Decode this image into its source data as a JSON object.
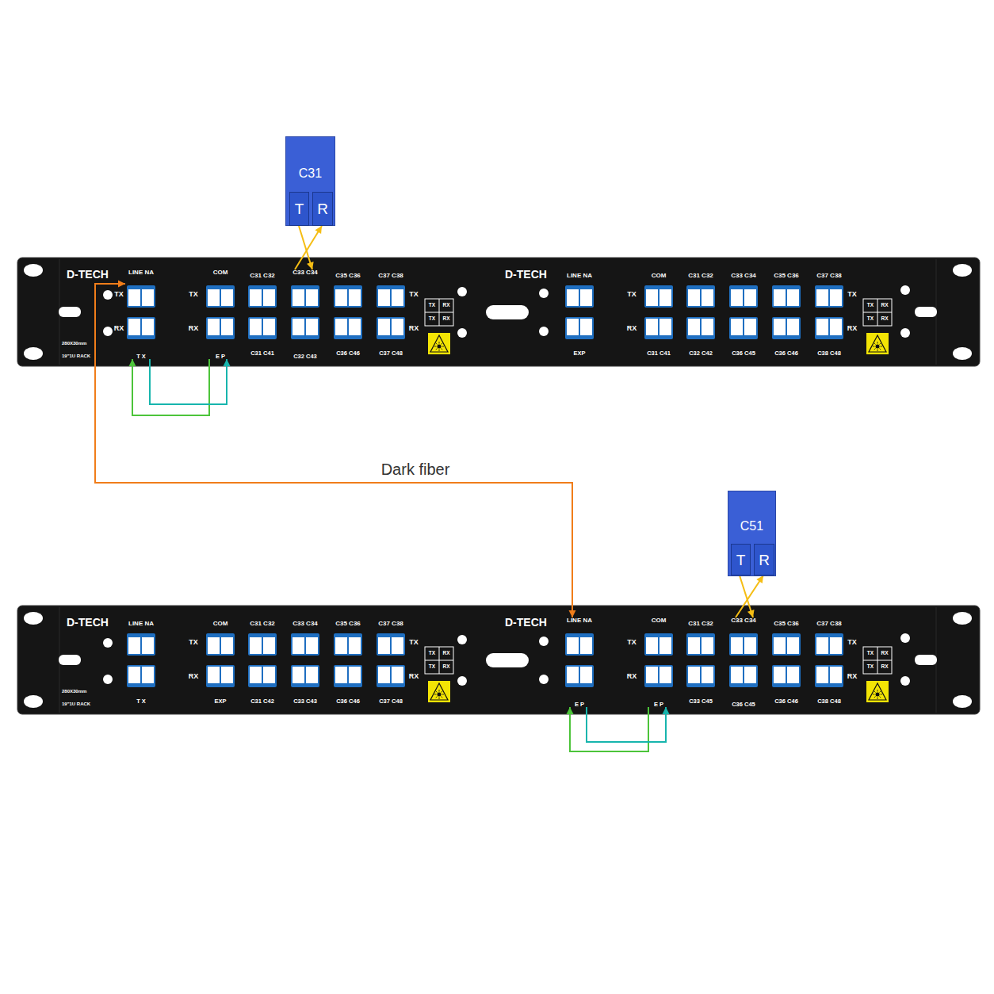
{
  "diagram": {
    "nodes": [
      {
        "text": [
          "C31"
        ]
      },
      {
        "text": [
          "T"
        ],
        "in": 0
      },
      {
        "text": [
          "R"
        ],
        "in": 0
      },
      {
        "text": [
          "D-TECH"
        ]
      },
      {
        "text": [
          "LINE NA",
          "T X"
        ],
        "in": 3
      },
      {
        "text": [
          "COM",
          "E P"
        ],
        "in": 3
      },
      {
        "text": [
          "C33 C34",
          "C32 C43"
        ],
        "in": 3
      },
      {
        "text": [
          "D-TECH"
        ]
      },
      {
        "text": [
          "C51"
        ]
      },
      {
        "text": [
          "T"
        ],
        "in": 8
      },
      {
        "text": [
          "R"
        ],
        "in": 8
      },
      {
        "text": [
          "D-TECH"
        ]
      },
      {
        "text": [
          "D-TECH"
        ]
      },
      {
        "text": [
          "LINE NA",
          "E P"
        ],
        "in": 12
      },
      {
        "text": [
          "COM",
          "E P"
        ],
        "in": 12
      },
      {
        "text": [
          "C33 C34",
          "C36 C45"
        ],
        "in": 12
      }
    ],
    "edges": [
      {
        "from": 1,
        "to": 6,
        "arrow": "to"
      },
      {
        "from": 6,
        "to": 2,
        "arrow": "to"
      },
      {
        "from": 4,
        "to": 13,
        "label": "Dark fiber",
        "arrow": "both"
      },
      {
        "from": 5,
        "to": 4,
        "arrow": "to"
      },
      {
        "from": 4,
        "to": 5,
        "arrow": "to"
      },
      {
        "from": 9,
        "to": 15,
        "arrow": "to"
      },
      {
        "from": 15,
        "to": 10,
        "arrow": "to"
      },
      {
        "from": 14,
        "to": 13,
        "arrow": "to"
      },
      {
        "from": 13,
        "to": 14,
        "arrow": "to"
      }
    ],
    "labels": [
      "TX",
      "RX",
      "TX",
      "RX",
      "C31 C32",
      "C35 C36",
      "C37 C38",
      "C31 C41",
      "C36 C46",
      "C37 C48",
      "TX",
      "RX",
      "TX",
      "RX",
      "TX",
      "RX",
      "280X30mm",
      "19\"1U RACK",
      "LINE NA",
      "COM",
      "C31 C32",
      "C33 C34",
      "C35 C36",
      "C37 C38",
      "TX",
      "RX",
      "EXP",
      "C31 C41",
      "C32 C42",
      "C36 C45",
      "C36 C46",
      "C38 C48",
      "TX",
      "RX",
      "TX",
      "RX",
      "TX",
      "RX",
      "LINE NA",
      "COM",
      "C31 C32",
      "C33 C34",
      "C35 C36",
      "C37 C38",
      "TX",
      "RX",
      "T X",
      "EXP",
      "C31 C42",
      "C33 C43",
      "C36 C46",
      "C37 C48",
      "TX",
      "RX",
      "TX",
      "RX",
      "TX",
      "RX",
      "280X30mm",
      "19\"1U RACK",
      "C31 C32",
      "C35 C36",
      "C37 C38",
      "TX",
      "RX",
      "C33 C45",
      "C36 C46",
      "C38 C48",
      "TX",
      "RX",
      "TX",
      "RX",
      "TX",
      "RX"
    ]
  }
}
